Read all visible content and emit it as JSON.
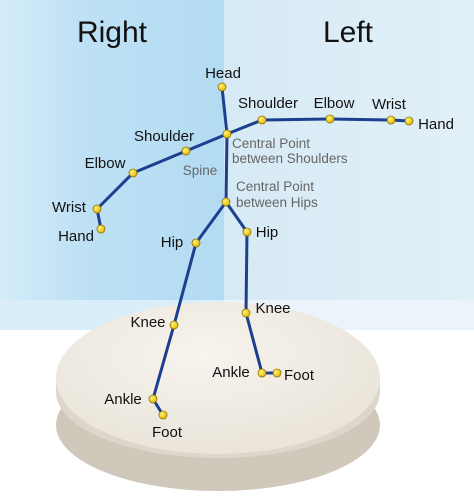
{
  "headers": {
    "right": "Right",
    "left": "Left"
  },
  "joint_labels": {
    "head": "Head",
    "shoulder_left": "Shoulder",
    "elbow_left": "Elbow",
    "wrist_left": "Wrist",
    "hand_left": "Hand",
    "shoulder_right": "Shoulder",
    "elbow_right": "Elbow",
    "wrist_right": "Wrist",
    "hand_right": "Hand",
    "center_shoulders_line1": "Central Point",
    "center_shoulders_line2": "between Shoulders",
    "spine": "Spine",
    "center_hips_line1": "Central Point",
    "center_hips_line2": "between Hips",
    "hip_right": "Hip",
    "hip_left": "Hip",
    "knee_right": "Knee",
    "knee_left": "Knee",
    "ankle_right": "Ankle",
    "ankle_left": "Ankle",
    "foot_right": "Foot",
    "foot_left": "Foot"
  },
  "colors": {
    "right_panel": "#b8def3",
    "left_panel": "#dcedf6",
    "bone": "#1c3f8f",
    "joint": "#f5d11a",
    "joint_stroke": "#8a7400",
    "platform_top": "#f1ece2",
    "platform_side": "#d6cfc3"
  }
}
